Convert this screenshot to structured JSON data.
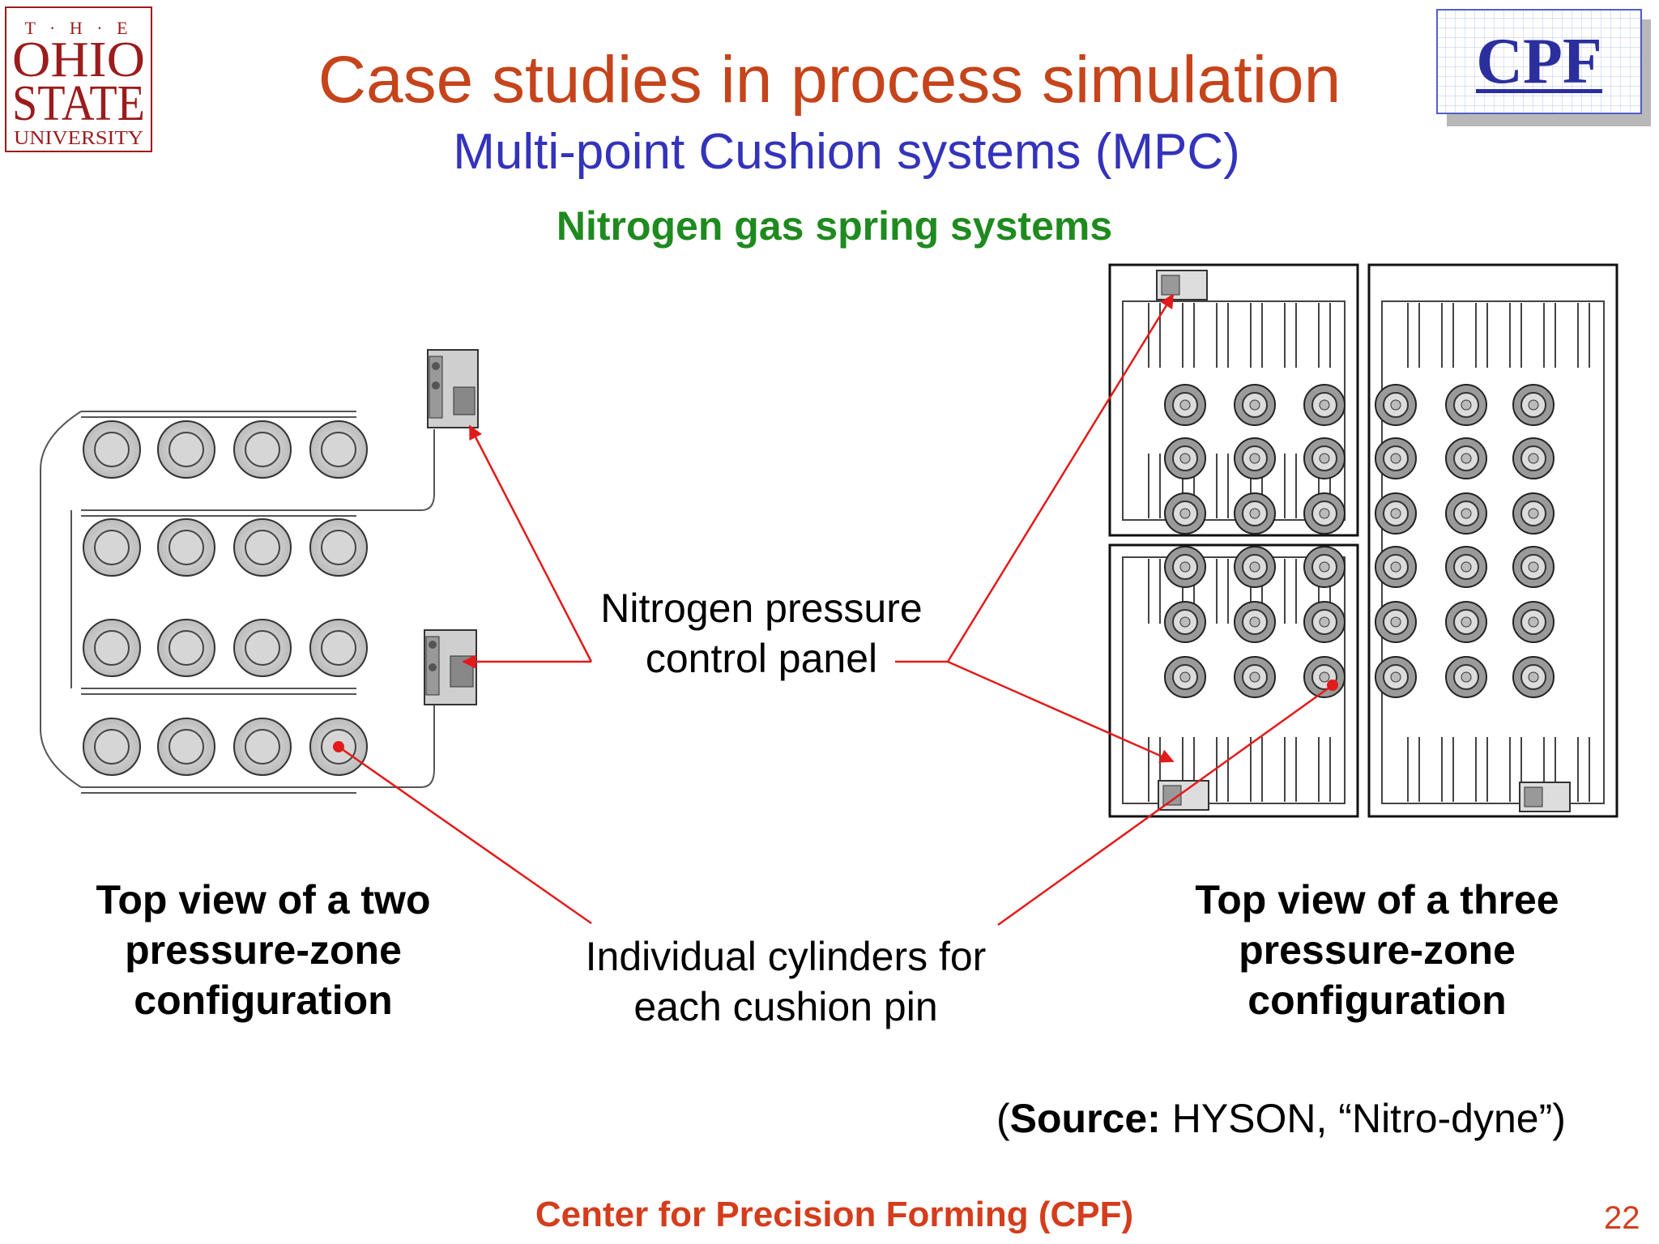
{
  "logos": {
    "osu_line1": "T · H · E",
    "osu_line2": "OHIO",
    "osu_line3": "STATE",
    "osu_line4": "UNIVERSITY",
    "cpf_text": "CPF"
  },
  "slide": {
    "title": "Case studies in process simulation",
    "subtitle": "Multi-point Cushion systems (MPC)",
    "heading": "Nitrogen gas spring systems",
    "label_panel_line1": "Nitrogen pressure",
    "label_panel_line2": "control panel",
    "label_cyl_line1": "Individual cylinders for",
    "label_cyl_line2": "each cushion pin",
    "caption_left_line1": "Top view of a two",
    "caption_left_line2": "pressure-zone",
    "caption_left_line3": "configuration",
    "caption_right_line1": "Top view of a three",
    "caption_right_line2": "pressure-zone",
    "caption_right_line3": "configuration",
    "source_prefix": "(",
    "source_bold": "Source:",
    "source_rest": " HYSON, “Nitro-dyne”)",
    "footer": "Center for Precision Forming (CPF)",
    "page_number": "22"
  },
  "colors": {
    "title": "#c5441b",
    "subtitle": "#3333bb",
    "heading": "#1f8a1f",
    "footer": "#d43d1c",
    "callout": "#e21a1a"
  }
}
